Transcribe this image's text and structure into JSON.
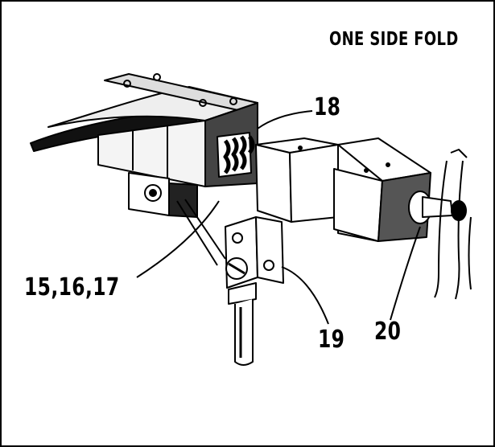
{
  "title": "ONE SIDE FOLD",
  "callouts": {
    "c18": "18",
    "c15": "15,16,17",
    "c19": "19",
    "c20": "20"
  },
  "colors": {
    "ink": "#000000",
    "paper": "#ffffff"
  }
}
